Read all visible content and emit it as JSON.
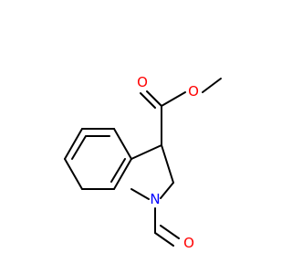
{
  "molecule": {
    "atoms": {
      "carbonyl_oxygen_top": {
        "symbol": "O",
        "color": "#ff0000"
      },
      "ester_oxygen": {
        "symbol": "O",
        "color": "#ff0000"
      },
      "formyl_oxygen": {
        "symbol": "O",
        "color": "#ff0000"
      },
      "ring_nitrogen": {
        "symbol": "N",
        "color": "#0000ff"
      }
    },
    "bond_color": "#000000"
  }
}
